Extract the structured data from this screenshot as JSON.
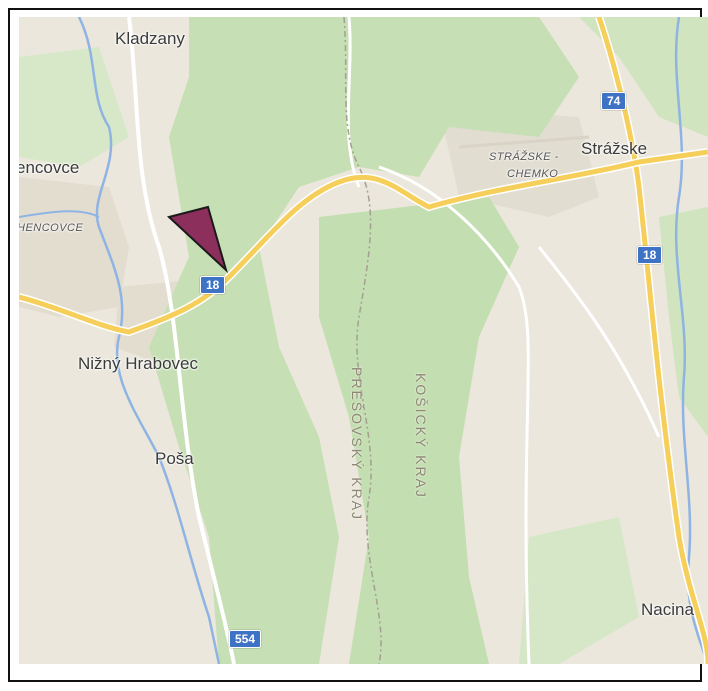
{
  "map": {
    "places": {
      "kladzany": "Kladzany",
      "encovce": "encovce",
      "hencovce": "HENCOVCE",
      "strazske": "Strážske",
      "strazske_chemko_1": "STRÁŽSKE -",
      "strazske_chemko_2": "CHEMKO",
      "nizny_hrabovec": "Nižný Hrabovec",
      "posa": "Poša",
      "nacina": "Nacina"
    },
    "regions": {
      "presovsky": "PREŠOVSKÝ KRAJ",
      "kosicky": "KOŠICKÝ KRAJ"
    },
    "road_shields": {
      "r18_west": "18",
      "r74": "74",
      "r18_east": "18",
      "r554": "554"
    },
    "colors": {
      "land": "#ebe7dc",
      "forest": "#c6dfb4",
      "major_road": "#f6ce5a",
      "water": "#8fb4e3",
      "marker": "#8c2f5d",
      "shield": "#3d72c4"
    },
    "marker_icon": "triangle-pointer-icon"
  }
}
